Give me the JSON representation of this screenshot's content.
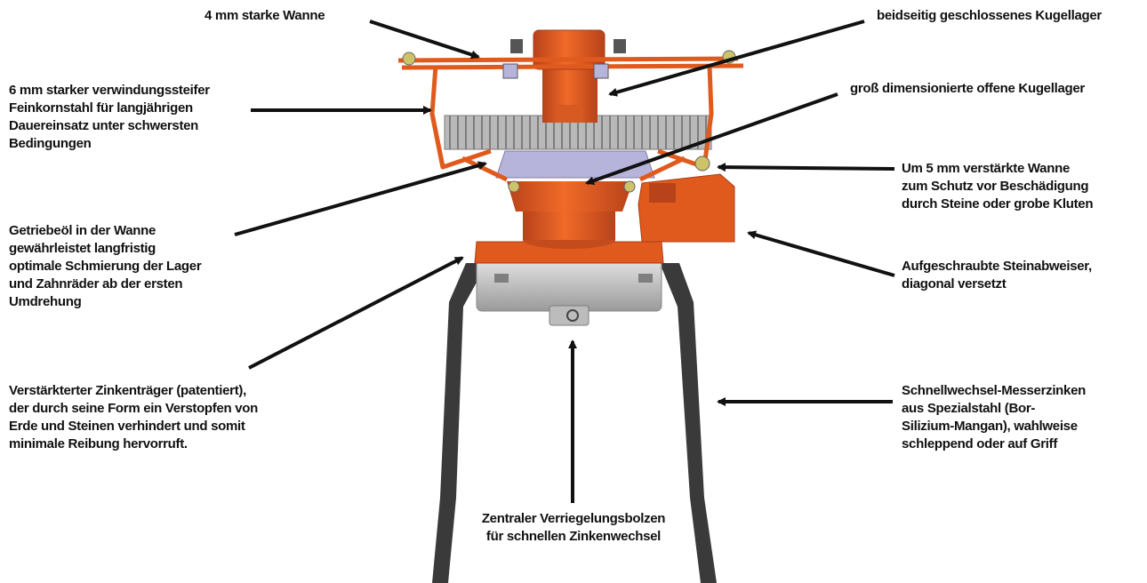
{
  "colors": {
    "housing_orange": "#e05a1e",
    "housing_dark": "#b8421a",
    "gear_gray": "#b9b9b9",
    "lid_lavender": "#b7b4dc",
    "carrier_gray": "#c9c9c9",
    "tine_black": "#3a3a3a",
    "arrow_black": "#111111"
  },
  "labels": {
    "wanne": [
      "4 mm starke Wanne"
    ],
    "kugellager_geschlossen": [
      "beidseitig geschlossenes Kugellager"
    ],
    "feinkornstahl": [
      "6 mm starker verwindungssteifer",
      "Feinkornstahl für langjährigen",
      "Dauereinsatz unter schwersten",
      "Bedingungen"
    ],
    "kugellager_offen": [
      "groß dimensionierte offene Kugellager"
    ],
    "wanne_verstaerkt": [
      "Um 5 mm verstärkte Wanne",
      "zum Schutz vor Beschädigung",
      "durch Steine oder grobe Kluten"
    ],
    "getriebeoel": [
      "Getriebeöl in der Wanne",
      "gewährleistet langfristig",
      "optimale Schmierung der Lager",
      "und Zahnräder ab der ersten",
      "Umdrehung"
    ],
    "steinabweiser": [
      "Aufgeschraubte Steinabweiser,",
      "diagonal versetzt"
    ],
    "zinkentraeger": [
      "Verstärkterter Zinkenträger (patentiert),",
      "der durch seine Form ein Verstopfen von",
      "Erde und Steinen verhindert und somit",
      "minimale Reibung hervorruft."
    ],
    "messerzinken": [
      "Schnellwechsel-Messerzinken",
      "aus Spezialstahl (Bor-",
      "Silizium-Mangan), wahlweise",
      "schleppend oder auf Griff"
    ],
    "verriegelungsbolzen": [
      "Zentraler Verriegelungsbolzen",
      "für schnellen Zinkenwechsel"
    ]
  }
}
